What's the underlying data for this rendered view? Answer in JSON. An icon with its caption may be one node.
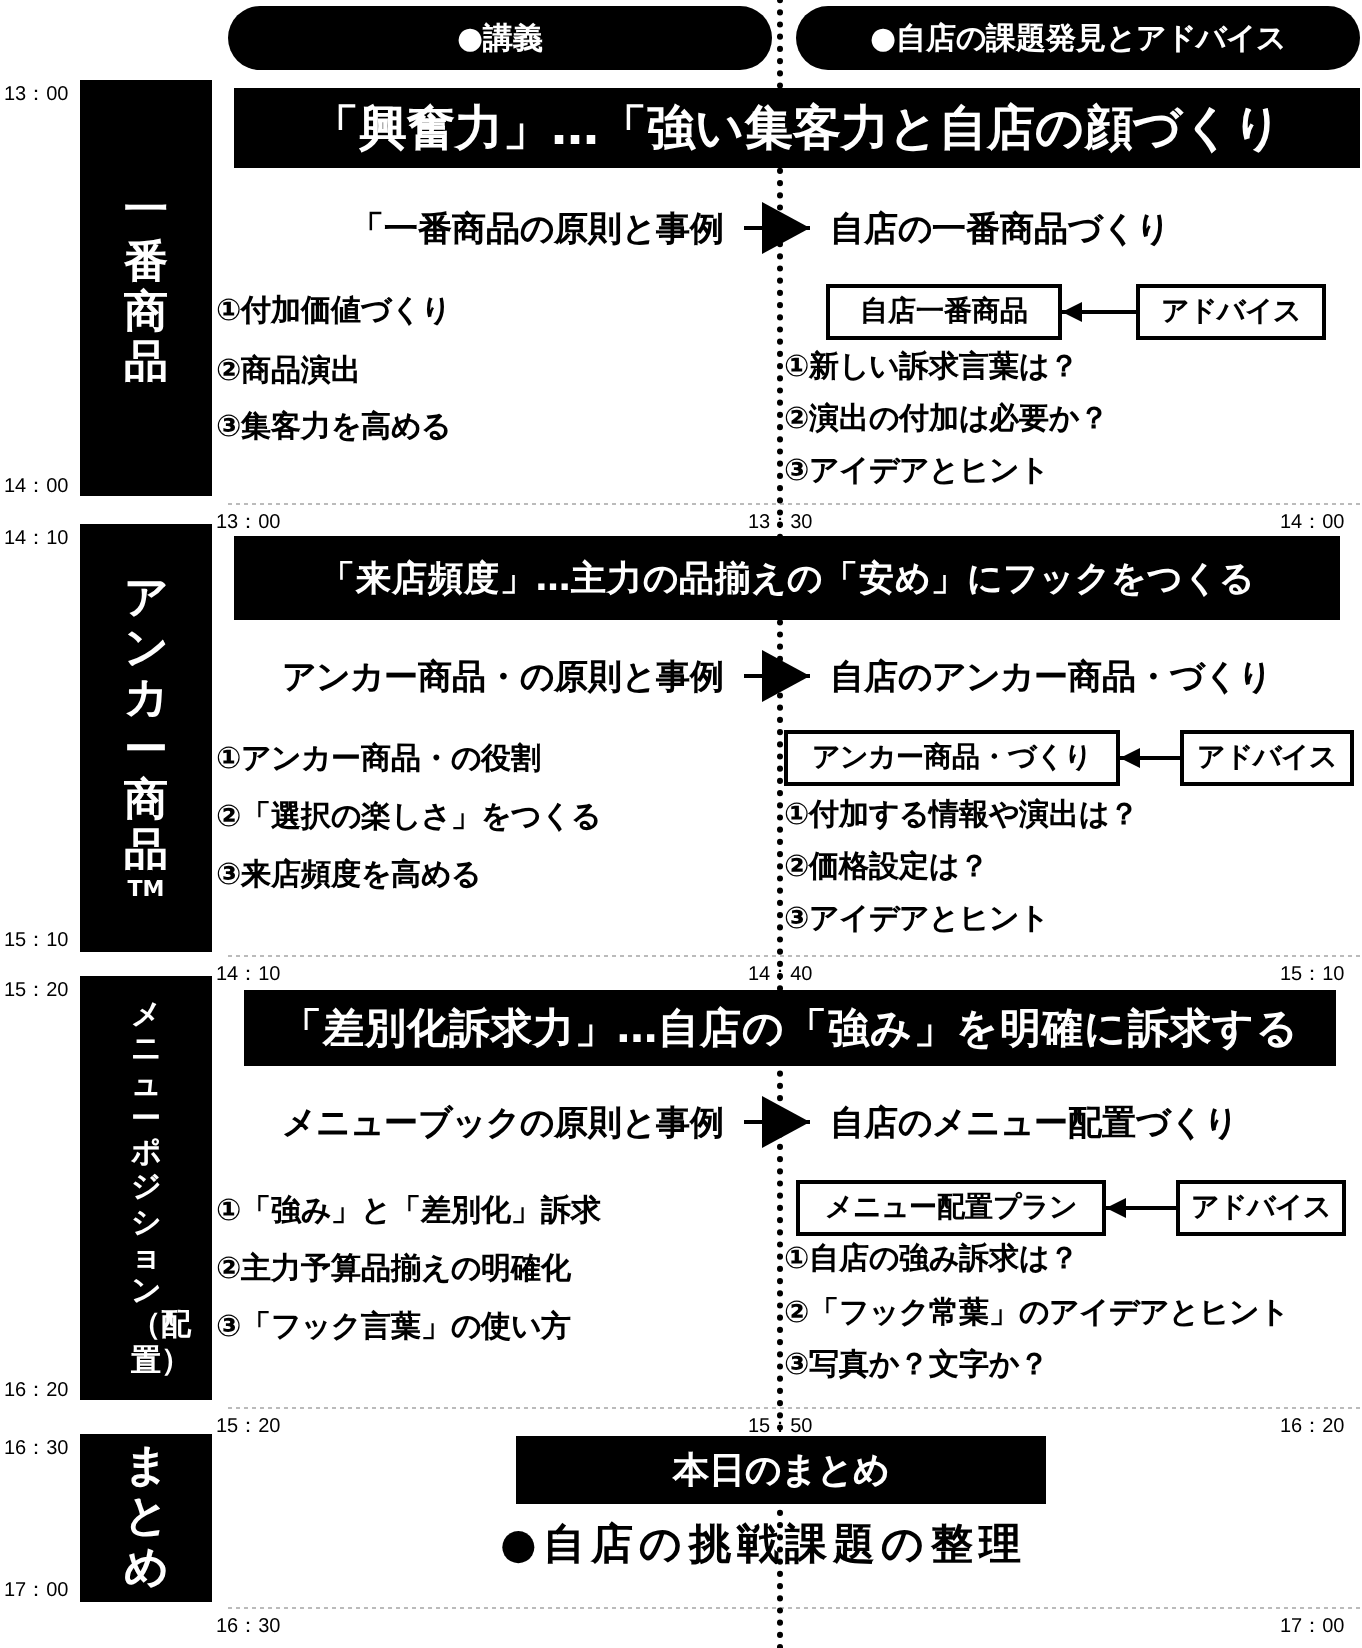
{
  "diagram": {
    "nodes": [
      {
        "text": [
          "●講義"
        ]
      },
      {
        "text": [
          "●自店の課題発見とアドバイス"
        ]
      },
      {
        "text": [
          "一番商品"
        ]
      },
      {
        "text": [
          "「興奮力」…「強い集客力と自店の顔づくり"
        ]
      },
      {
        "text": [
          "「一番商品の原則と事例"
        ]
      },
      {
        "text": [
          "自店の一番商品づくり"
        ]
      },
      {
        "text": [
          "自店一番商品"
        ]
      },
      {
        "text": [
          "アドバイス"
        ]
      },
      {
        "text": [
          "アンカー商品",
          "TM"
        ]
      },
      {
        "text": [
          "「来店頻度」…主力の品揃えの「安め」にフックをつくる"
        ]
      },
      {
        "text": [
          "アンカー商品・の原則と事例"
        ]
      },
      {
        "text": [
          "自店のアンカー商品・づくり"
        ]
      },
      {
        "text": [
          "アンカー商品・づくり"
        ]
      },
      {
        "text": [
          "アドバイス"
        ]
      },
      {
        "text": [
          "メニューポジション（配置）"
        ]
      },
      {
        "text": [
          "「差別化訴求力」…自店の「強み」を明確に訴求する"
        ]
      },
      {
        "text": [
          "メニューブックの原則と事例"
        ]
      },
      {
        "text": [
          "自店のメニュー配置づくり"
        ]
      },
      {
        "text": [
          "メニュー配置プラン"
        ]
      },
      {
        "text": [
          "アドバイス"
        ]
      },
      {
        "text": [
          "まとめ"
        ]
      },
      {
        "text": [
          "本日のまとめ"
        ]
      }
    ],
    "edges": [
      {
        "from": 4,
        "to": 5,
        "arrow": "to"
      },
      {
        "from": 7,
        "to": 6,
        "arrow": "to"
      },
      {
        "from": 10,
        "to": 11,
        "arrow": "to"
      },
      {
        "from": 13,
        "to": 12,
        "arrow": "to"
      },
      {
        "from": 16,
        "to": 17,
        "arrow": "to"
      },
      {
        "from": 19,
        "to": 18,
        "arrow": "to"
      }
    ],
    "labels": [
      "13：00",
      "①付加価値づくり",
      "②商品演出",
      "③集客力を高める",
      "①新しい訴求言葉は？",
      "②演出の付加は必要か？",
      "③アイデアとヒント",
      "14：00",
      "13：00",
      "13：30",
      "14：00",
      "14：10",
      "①アンカー商品・の役割",
      "②「選択の楽しさ」をつくる",
      "③来店頻度を高める",
      "①付加する情報や演出は？",
      "②価格設定は？",
      "③アイデアとヒント",
      "15：10",
      "14：10",
      "14：40",
      "15：10",
      "15：20",
      "①「強み」と「差別化」訴求",
      "②主力予算品揃えの明確化",
      "③「フック言葉」の使い方",
      "①自店の強み訴求は？",
      "②「フック常葉」のアイデアとヒント",
      "③写真か？文字か？",
      "16：20",
      "15：20",
      "15：50",
      "16：20",
      "16：30",
      "●自店の挑戦課題の整理",
      "17：00",
      "16：30",
      "17：00"
    ]
  }
}
